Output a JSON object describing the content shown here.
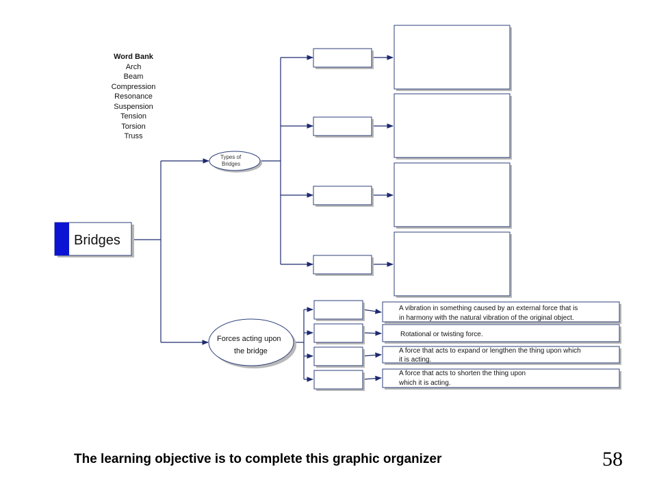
{
  "word_bank": {
    "title": "Word Bank",
    "words": [
      "Arch",
      "Beam",
      "Compression",
      "Resonance",
      "Suspension",
      "Tension",
      "Torsion",
      "Truss"
    ]
  },
  "root": {
    "label": "Bridges",
    "accent_color": "#0a14d2"
  },
  "types_node": {
    "line1": "Types of",
    "line2": "Bridges"
  },
  "forces_node": {
    "line1": "Forces acting upon",
    "line2": "the bridge"
  },
  "definitions": [
    {
      "line1": "A vibration in something caused by an external force that is",
      "line2": "in harmony with the natural vibration of the original object."
    },
    {
      "line1": "Rotational or twisting force.",
      "line2": ""
    },
    {
      "line1": "A force that acts to expand or lengthen the thing upon which",
      "line2": "it is acting."
    },
    {
      "line1": "A force that acts to shorten the thing upon",
      "line2": "which it is acting."
    }
  ],
  "footer": {
    "objective": "The learning objective is to complete this graphic organizer",
    "page_number": "58"
  },
  "colors": {
    "connector": "#1e2a6e",
    "box_border": "#2c3e7a",
    "shadow": "#b8b8b8"
  }
}
